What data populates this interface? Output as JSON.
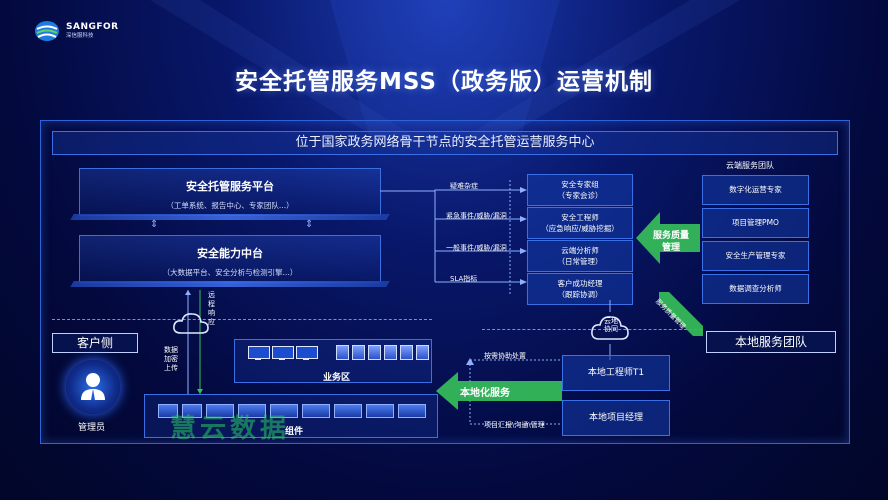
{
  "brand": {
    "name": "SANGFOR",
    "sub": "深信服科技",
    "colors": {
      "accent": "#3a6fe6",
      "green": "#37c25a",
      "background": "#03093d"
    }
  },
  "title": "安全托管服务MSS（政务版）运营机制",
  "center": {
    "title": "位于国家政务网络骨干节点的安全托管运营服务中心"
  },
  "platforms": [
    {
      "name": "安全托管服务平台",
      "desc": "（工单系统、报告中心、专家团队...）"
    },
    {
      "name": "安全能力中台",
      "desc": "（大数据平台、安全分析与检测引擎...）"
    }
  ],
  "flows": [
    "疑难杂症",
    "紧急事件/威胁/漏洞",
    "一般事件/威胁/漏洞",
    "SLA指标"
  ],
  "roles": [
    {
      "line1": "安全专家组",
      "line2": "（专家会诊）"
    },
    {
      "line1": "安全工程师",
      "line2": "（应急响应/威胁挖掘）"
    },
    {
      "line1": "云端分析师",
      "line2": "（日常管理）"
    },
    {
      "line1": "客户成功经理",
      "line2": "（跟踪协调）"
    }
  ],
  "quality_management": "服务质量管理",
  "cloud_team": {
    "title": "云端服务团队",
    "members": [
      "数字化运营专家",
      "项目管理PMO",
      "安全生产管理专家",
      "数据调查分析师"
    ]
  },
  "remote_response": "远程响应",
  "data_upload": "数据加密上传",
  "cloud_collab": "云地协同",
  "customer_side": {
    "label": "客户侧",
    "admin": "管理员",
    "business_zone": "业务区",
    "components": "组件"
  },
  "local_team": {
    "label": "本地服务团队",
    "engineer": "本地工程师T1",
    "pm": "本地项目经理",
    "assist": "按需协助处置",
    "report": "项目汇报\\沟通\\管理",
    "service": "本地化服务",
    "quality_report": "服务质量管理"
  },
  "watermark": "慧云数据"
}
